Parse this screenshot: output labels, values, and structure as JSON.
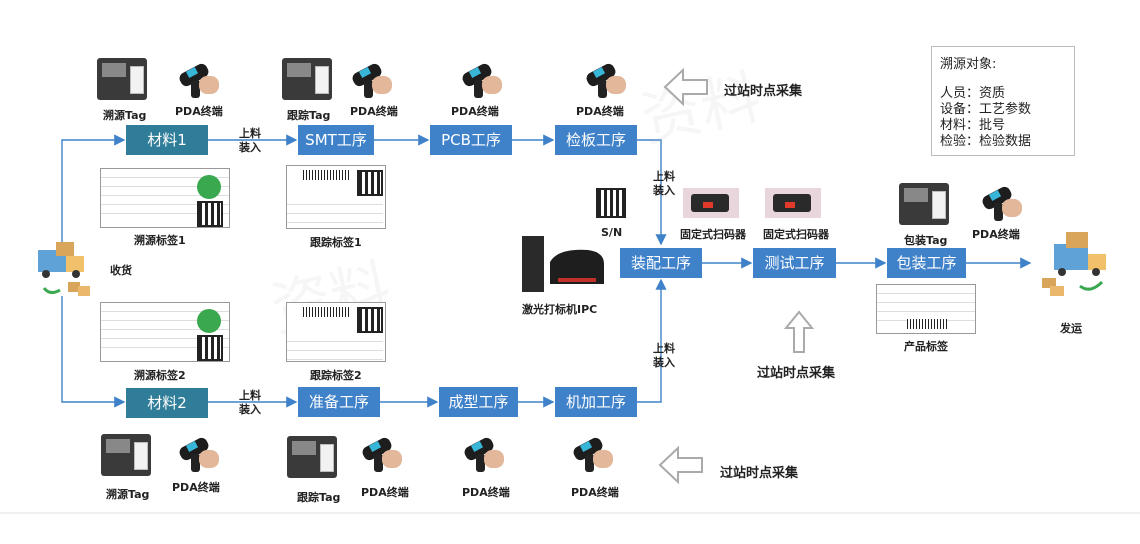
{
  "materials": {
    "mat1": "材料1",
    "mat2": "材料2"
  },
  "processes": {
    "smt": "SMT工序",
    "pcb": "PCB工序",
    "inspect": "检板工序",
    "prep": "准备工序",
    "forming": "成型工序",
    "machining": "机加工序",
    "assembly": "装配工序",
    "testing": "测试工序",
    "packing": "包装工序"
  },
  "feed_label": "上料装入",
  "stations": {
    "trace_source_tag": "溯源Tag",
    "track_tag": "跟踪Tag",
    "pda": "PDA终端",
    "pack_tag": "包装Tag",
    "fixed_scanner": "固定式扫码器",
    "laser_marker": "激光打标机IPC",
    "sn": "S/N"
  },
  "labels": {
    "source_label_1": "溯源标签1",
    "source_label_2": "溯源标签2",
    "track_label_1": "跟踪标签1",
    "track_label_2": "跟踪标签2",
    "product_label": "产品标签"
  },
  "receiving": "收货",
  "shipping": "发运",
  "checkpoint": "过站时点采集",
  "legend": {
    "title": "溯源对象:",
    "items": [
      "人员：资质",
      "设备：工艺参数",
      "材料：批号",
      "检验：检验数据"
    ]
  },
  "watermark": "资料"
}
